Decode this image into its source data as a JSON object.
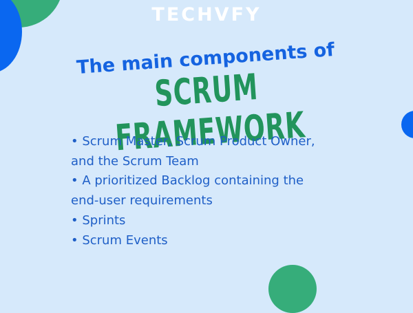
{
  "brand": {
    "logo_text": "TECHVFY"
  },
  "title": {
    "line1": "The main components of",
    "line2": "SCRUM FRAMEWORK"
  },
  "bullets": [
    "• Scrum Master, Scrum Product Owner,",
    "and the Scrum Team",
    "• A prioritized Backlog containing the",
    "end-user requirements",
    "• Sprints",
    "• Scrum Events"
  ],
  "colors": {
    "background": "#d6e9fb",
    "blue_accent": "#0a67f0",
    "green_accent": "#36ad7a",
    "title_blue": "#1563e0",
    "title_green": "#22945c",
    "bullet_text": "#1f5fc7"
  }
}
